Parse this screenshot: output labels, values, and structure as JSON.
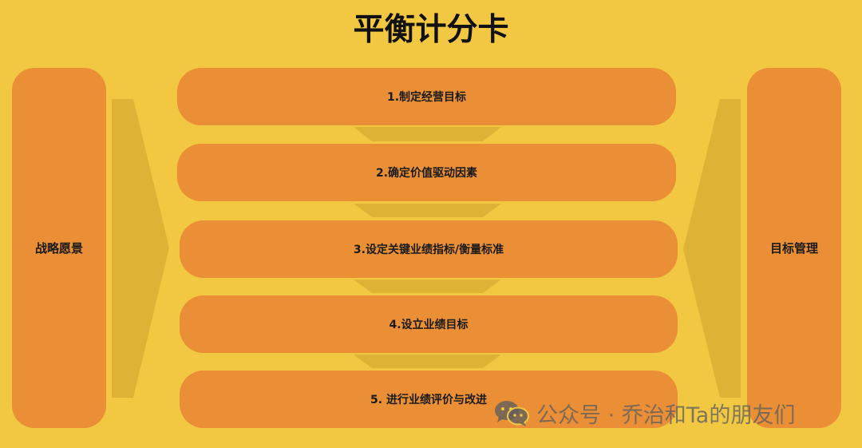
{
  "title": "平衡计分卡",
  "left_box": {
    "label": "战略愿景"
  },
  "right_box": {
    "label": "目标管理"
  },
  "steps": [
    {
      "label": "1.制定经营目标"
    },
    {
      "label": "2.确定价值驱动因素"
    },
    {
      "label": "3.设定关键业绩指标/衡量标准"
    },
    {
      "label": "4.设立业绩目标"
    },
    {
      "label": "5. 进行业绩评价与改进"
    }
  ],
  "watermark": {
    "text": "公众号 · 乔治和Ta的朋友们",
    "icon": "wechat-icon"
  },
  "colors": {
    "background": "#f2c843",
    "box": "#ea8f35",
    "arrow": "#deb235"
  }
}
